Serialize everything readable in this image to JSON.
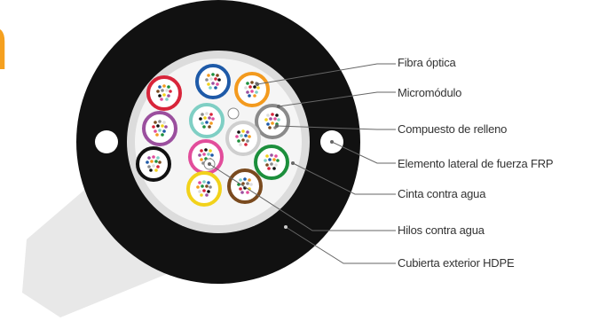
{
  "brand": {
    "letter": "n",
    "color": "#f5a01f"
  },
  "labels": [
    {
      "id": "fibra",
      "text": "Fibra óptica"
    },
    {
      "id": "micro",
      "text": "Micromódulo"
    },
    {
      "id": "relleno",
      "text": "Compuesto de relleno"
    },
    {
      "id": "frp",
      "text": "Elemento lateral de fuerza FRP"
    },
    {
      "id": "cinta",
      "text": "Cinta contra agua"
    },
    {
      "id": "hilos",
      "text": "Hilos contra agua"
    },
    {
      "id": "cubierta",
      "text": "Cubierta exterior HDPE"
    }
  ],
  "colors": {
    "jacket": "#111111",
    "tape": "#dcdcdc",
    "filling": "#f4f4f4",
    "shadow": "#e6e6e6",
    "leader": "#666666"
  },
  "micromodules": [
    {
      "color": "#d8243a"
    },
    {
      "color": "#1e5aa8"
    },
    {
      "color": "#f39a1e"
    },
    {
      "color": "#9b4f9e"
    },
    {
      "color": "#7fcfc4"
    },
    {
      "color": "#8a8a8a"
    },
    {
      "color": "#e24d9b"
    },
    {
      "color": "#cfcfcf"
    },
    {
      "color": "#1c8f3c"
    },
    {
      "color": "#111111"
    },
    {
      "color": "#f2d21b"
    },
    {
      "color": "#7a4a1e"
    }
  ],
  "fiber_colors": [
    "#1e5aa8",
    "#f39a1e",
    "#1c8f3c",
    "#7a4a1e",
    "#8a8a8a",
    "#ffffff",
    "#d8243a",
    "#111111",
    "#f2d21b",
    "#9b4f9e",
    "#e24d9b",
    "#7fcfc4"
  ]
}
